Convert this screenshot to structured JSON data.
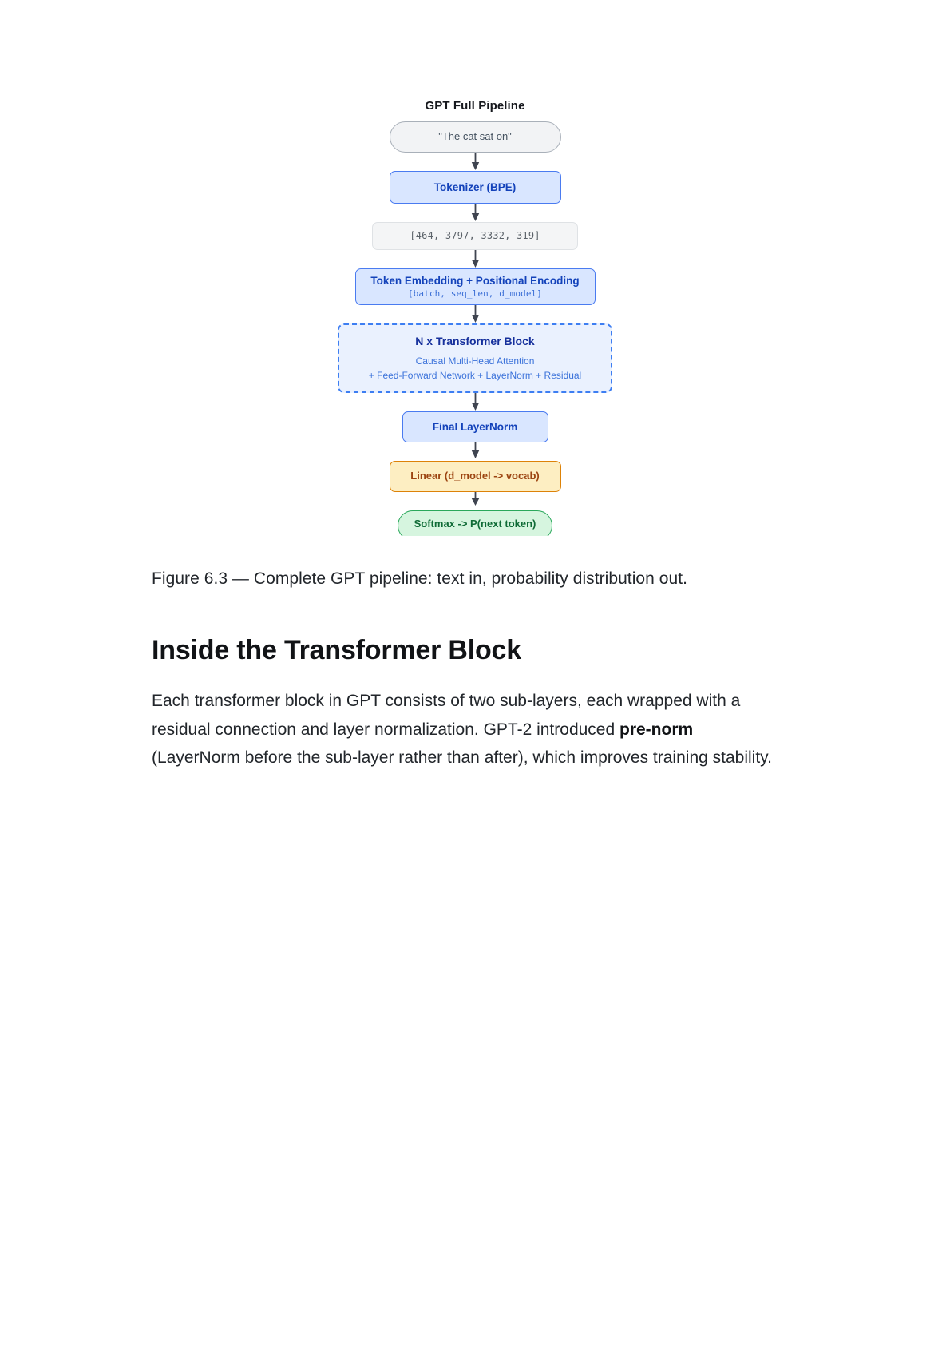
{
  "figure": {
    "title": "GPT Full Pipeline",
    "nodes": [
      {
        "id": "input",
        "kind": "io",
        "label": "\"The cat sat on\""
      },
      {
        "id": "tokenizer",
        "kind": "blue",
        "label": "Tokenizer (BPE)"
      },
      {
        "id": "token_ids",
        "kind": "data",
        "label": "[464, 3797, 3332, 319]"
      },
      {
        "id": "embedding",
        "kind": "blue",
        "label": "Token Embedding + Positional Encoding",
        "sub": "[batch, seq_len, d_model]"
      },
      {
        "id": "block",
        "kind": "dashed",
        "label": "N x Transformer Block",
        "line1": "Causal Multi-Head Attention",
        "line2": "+ Feed-Forward Network + LayerNorm + Residual"
      },
      {
        "id": "final_ln",
        "kind": "blue",
        "label": "Final LayerNorm"
      },
      {
        "id": "linear",
        "kind": "orange",
        "label": "Linear (d_model -> vocab)"
      },
      {
        "id": "softmax",
        "kind": "green",
        "label": "Softmax -> P(next token)"
      }
    ],
    "colors": {
      "io_fill": "#f2f3f5",
      "io_border": "#a9b0b9",
      "blue_fill": "#d9e6ff",
      "blue_border": "#4a7bf0",
      "blue_text": "#1342ba",
      "data_fill": "#f4f5f6",
      "data_border": "#dfe2e5",
      "dashed_fill": "#eaf1fe",
      "dashed_border": "#3d7ef2",
      "orange_fill": "#fdeec2",
      "orange_border": "#dd8208",
      "orange_text": "#9c4411",
      "green_fill": "#d6f5df",
      "green_border": "#2aa85b",
      "green_text": "#0f6b36",
      "arrow": "#3f4450"
    }
  },
  "caption": "Figure 6.3 — Complete GPT pipeline: text in, probability distribution out.",
  "section": {
    "heading": "Inside the Transformer Block",
    "paragraph_part1": "Each transformer block in GPT consists of two sub-layers, each wrapped with a residual connection and layer normalization. GPT-2 introduced ",
    "paragraph_bold": "pre-norm",
    "paragraph_part2": " (LayerNorm before the sub-layer rather than after), which improves training stability."
  }
}
